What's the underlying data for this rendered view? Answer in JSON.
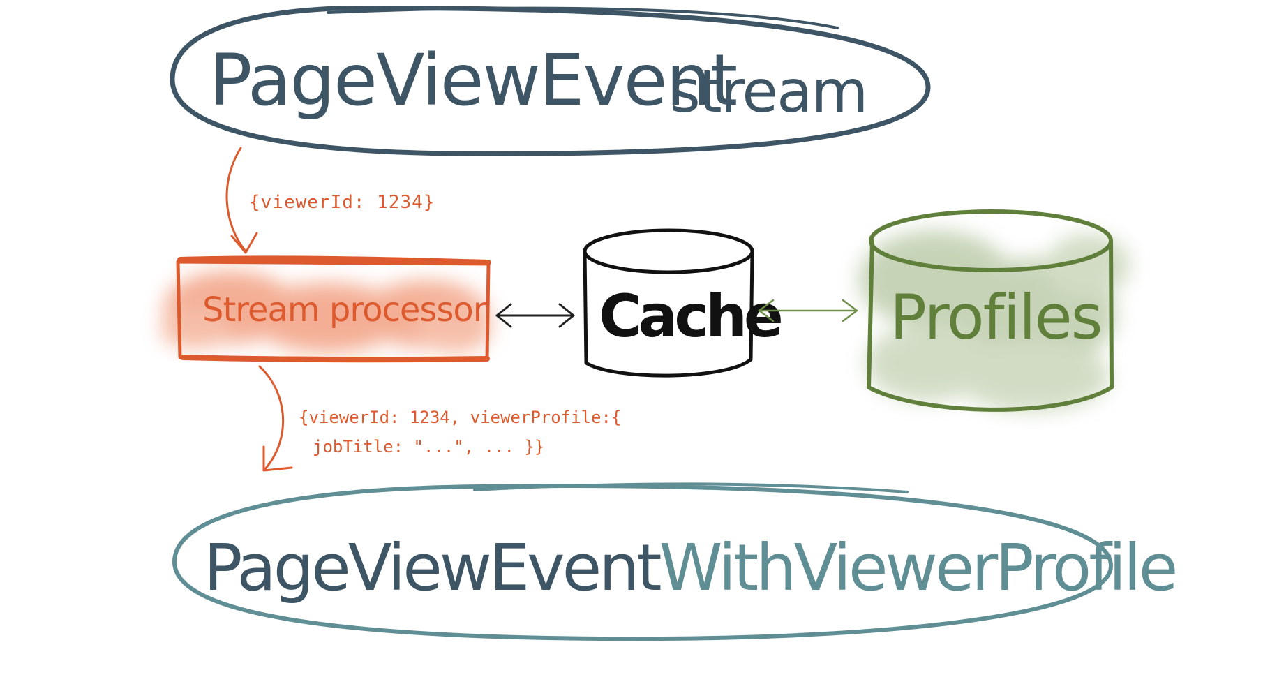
{
  "colors": {
    "input_stream": "#3e5566",
    "processor": "#dd5a2e",
    "processor_wash": "#f2a183",
    "cache": "#111111",
    "profiles": "#5f7f3a",
    "profiles_wash": "#b9c9a6",
    "output_stream_outline": "#5f8e95",
    "output_text_dark": "#3e5566",
    "output_text_teal": "#5f8e95",
    "annotation": "#dd5a2e"
  },
  "input_stream": {
    "label_word1": "PageViewEvent",
    "label_word2": "stream"
  },
  "processor": {
    "label": "Stream processor"
  },
  "cache": {
    "label": "Cache"
  },
  "profiles": {
    "label": "Profiles"
  },
  "input_event": {
    "text": "{viewerId: 1234}"
  },
  "output_event": {
    "line1": "{viewerId: 1234, viewerProfile:{",
    "line2": "jobTitle: \"...\", ... }}"
  },
  "output_stream": {
    "label_part1": "PageViewEvent",
    "label_part2": "WithViewerProfile"
  }
}
